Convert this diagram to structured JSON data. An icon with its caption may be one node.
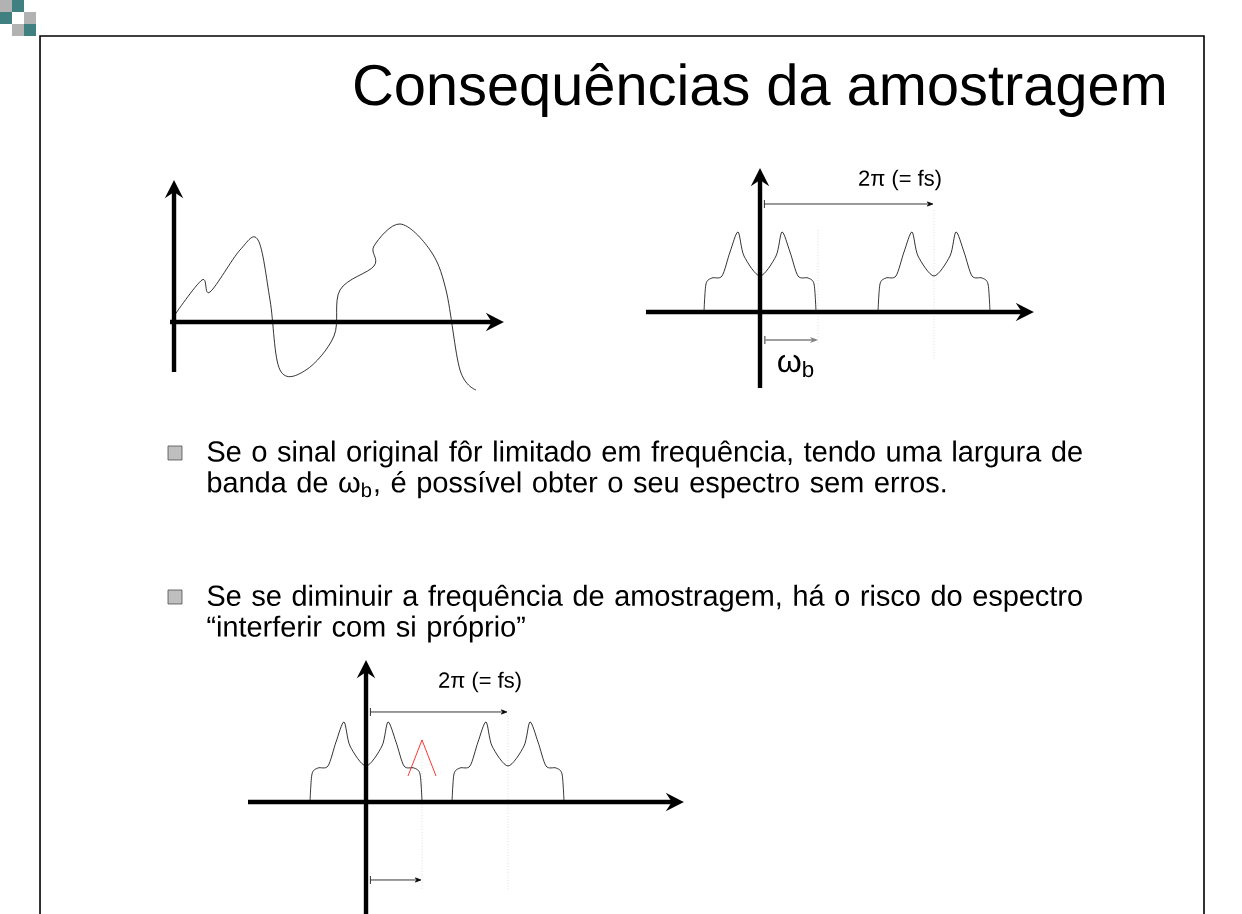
{
  "diagram": {
    "title": "Consequências da amostragem",
    "labels": [
      "2π (= fs)",
      "ω$_{b}$",
      "Se o sinal original fôr limitado em frequência, tendo uma largura de banda de ω$_{b}$, é possível obter o seu espectro sem erros.",
      "Se se diminuir a frequência de amostragem, há o risco do espectro “interferir com si próprio”",
      "2π (= fs)"
    ]
  }
}
